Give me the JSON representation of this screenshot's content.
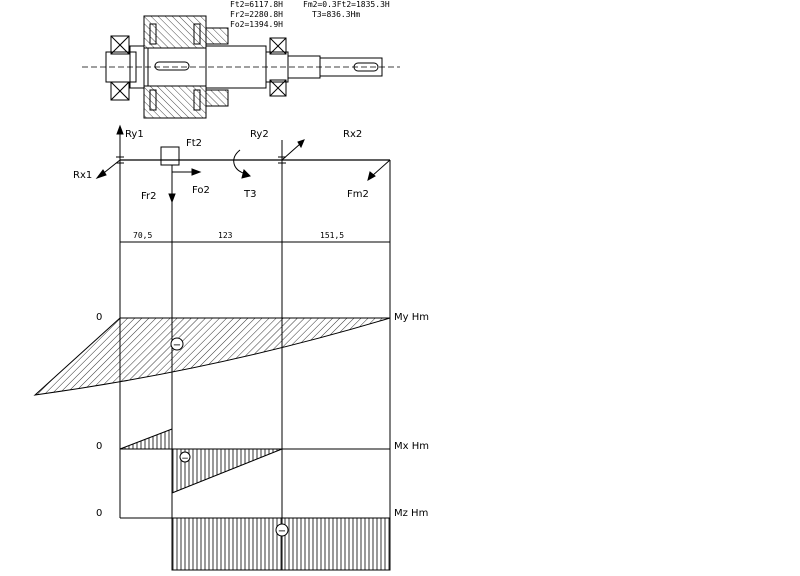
{
  "header": {
    "forces_left": [
      "Ft2=6117.8H",
      "Fr2=2280.8H",
      "Fo2=1394.9H"
    ],
    "forces_right": [
      "Fm2=0.3Ft2=1835.3H",
      "T3=836.3Hm"
    ]
  },
  "scheme": {
    "labels": {
      "ry1": "Ry1",
      "rx1": "Rx1",
      "ft2": "Ft2",
      "fr2": "Fr2",
      "fo2": "Fo2",
      "ry2": "Ry2",
      "rx2": "Rx2",
      "t3": "T3",
      "fm2": "Fm2"
    }
  },
  "dimensions": [
    "70,5",
    "123",
    "151,5"
  ],
  "diagrams": [
    {
      "zero": "0",
      "label": "My Hm",
      "sign": "−"
    },
    {
      "zero": "0",
      "label": "Mx Hm",
      "sign": "−"
    },
    {
      "zero": "0",
      "label": "Mz Hm",
      "sign": "−"
    }
  ]
}
